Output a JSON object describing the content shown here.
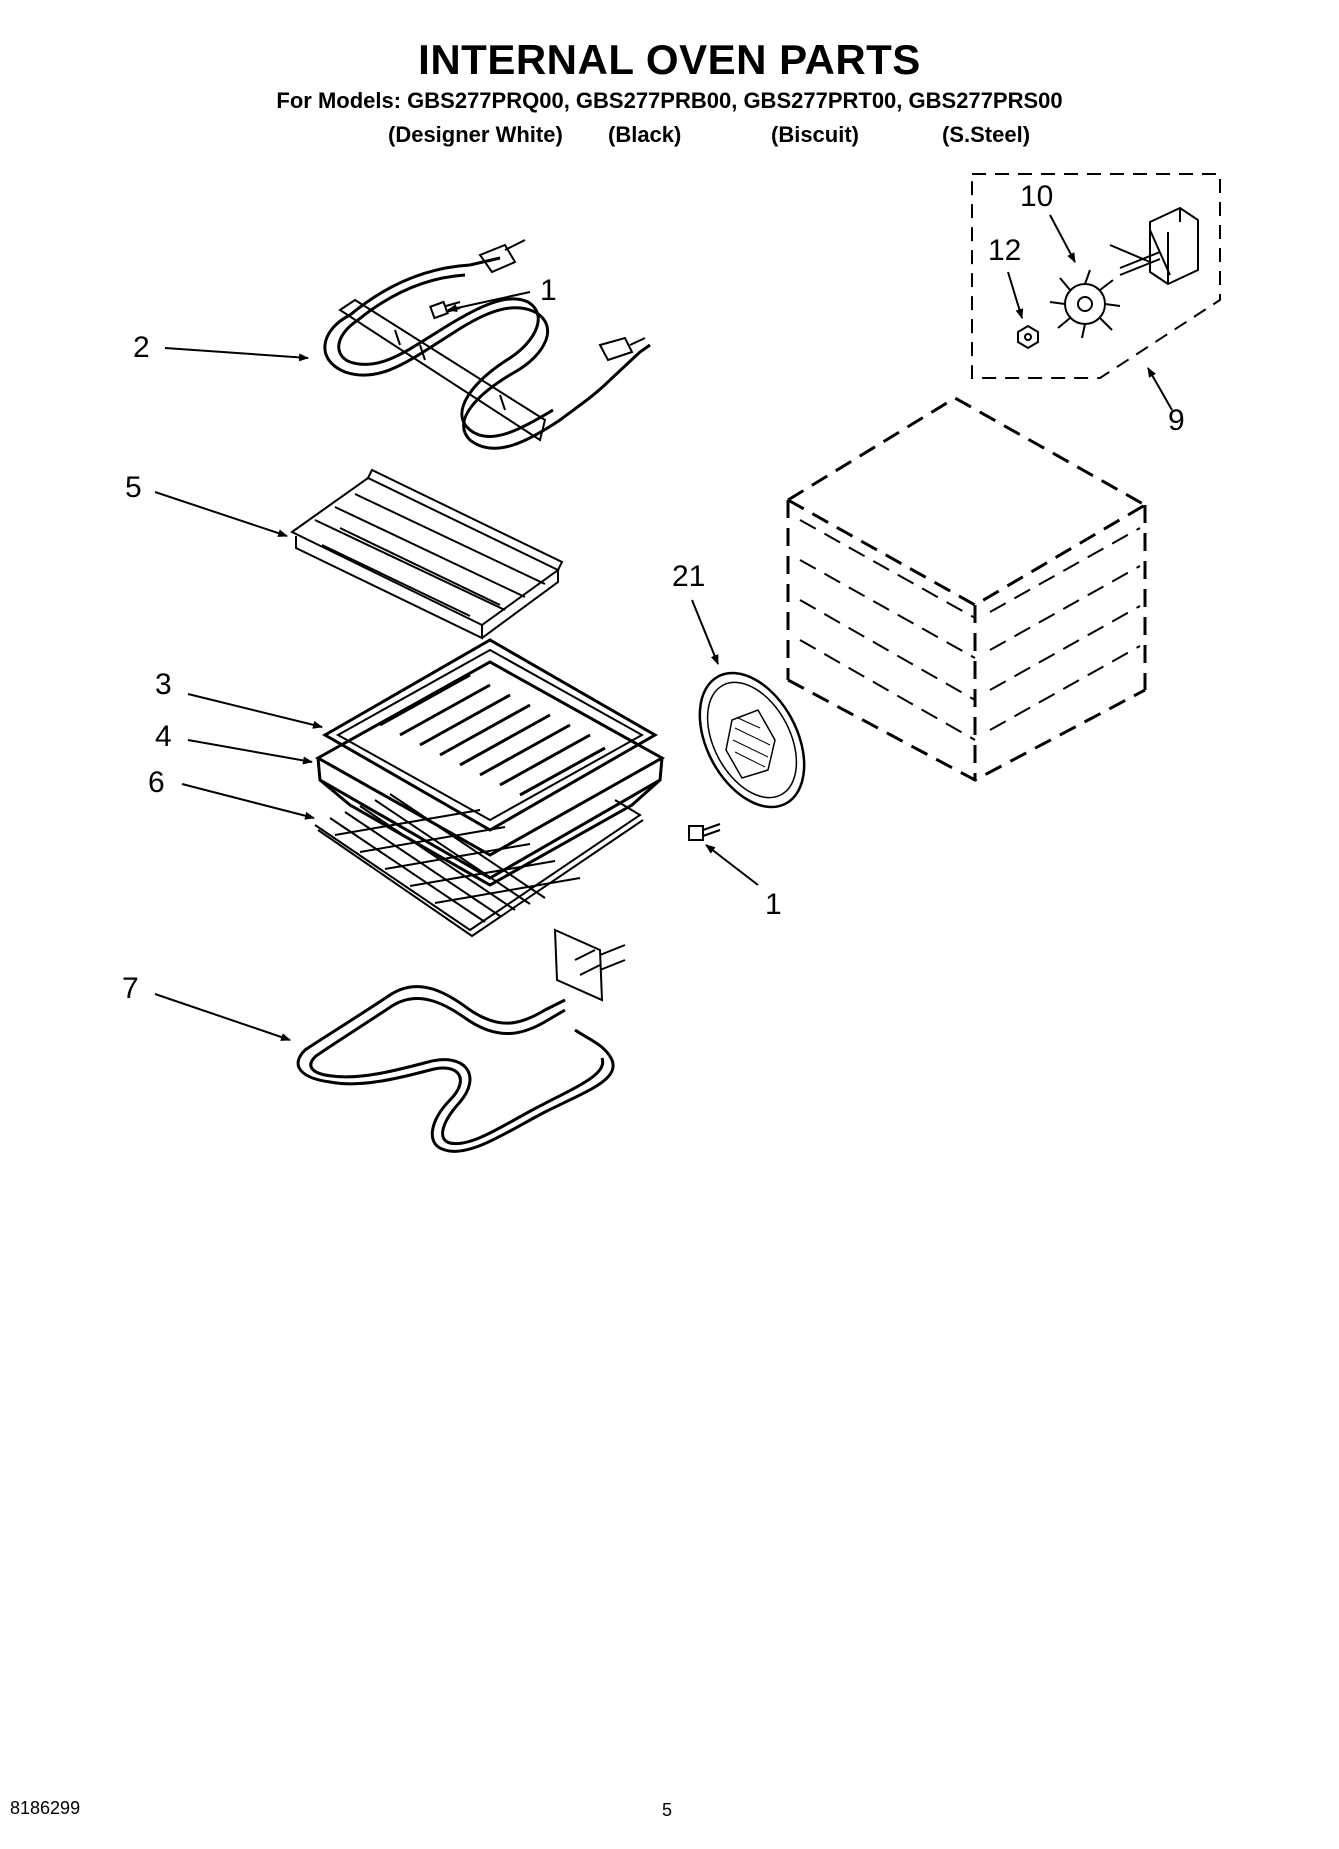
{
  "header": {
    "title": "INTERNAL OVEN PARTS",
    "models_line": "For Models: GBS277PRQ00, GBS277PRB00, GBS277PRT00, GBS277PRS00",
    "variants": [
      "(Designer White)",
      "(Black)",
      "(Biscuit)",
      "(S.Steel)"
    ]
  },
  "callouts": {
    "c1_top": "1",
    "c2": "2",
    "c5": "5",
    "c3": "3",
    "c4": "4",
    "c6": "6",
    "c7": "7",
    "c21": "21",
    "c1_bottom": "1",
    "c10": "10",
    "c12": "12",
    "c9": "9"
  },
  "footer": {
    "doc_number": "8186299",
    "page_number": "5"
  }
}
